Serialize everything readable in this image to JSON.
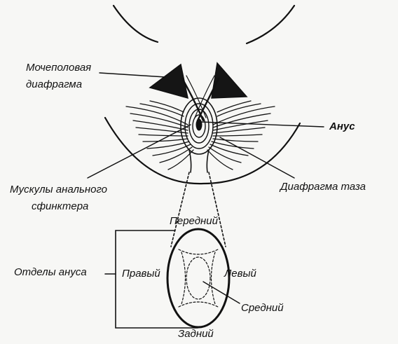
{
  "labels": {
    "urogenital_diaphragm": [
      "Мочеполовая",
      "диафрагма"
    ],
    "anus": "Анус",
    "anal_sphincter_muscles": [
      "Мускулы анального",
      "сфинктера"
    ],
    "pelvic_diaphragm": "Диафрагма таза",
    "anus_sections": "Отделы ануса",
    "section_anterior": "Передний",
    "section_right": "Правый",
    "section_left": "Левый",
    "section_middle": "Средний",
    "section_posterior": "Задний"
  },
  "colors": {
    "ink": "#111111",
    "paper": "#f7f7f5"
  }
}
